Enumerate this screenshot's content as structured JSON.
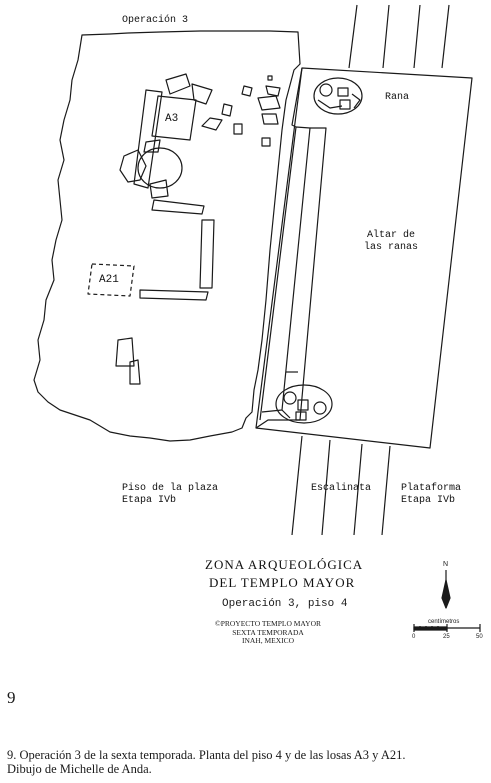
{
  "plan": {
    "operation_label": "Operación 3",
    "stone_labels": {
      "a3": "A3",
      "a21": "A21"
    },
    "rana_label": "Rana",
    "altar_label": [
      "Altar de",
      "las ranas"
    ],
    "piso_label": [
      "Piso de la plaza",
      "Etapa IVb"
    ],
    "escalinata_label": "Escalinata",
    "plataforma_label": [
      "Plataforma",
      "Etapa IVb"
    ]
  },
  "title_block": {
    "line1": "ZONA ARQUEOLÓGICA",
    "line2": "DEL TEMPLO MAYOR",
    "line3": "Operación 3, piso 4",
    "credits": [
      "©PROYECTO TEMPLO MAYOR",
      "SEXTA TEMPORADA",
      "INAH, MEXICO"
    ]
  },
  "north_arrow": {
    "label": "N"
  },
  "scale_bar": {
    "unit_label": "centímetros",
    "ticks": [
      "0",
      "25",
      "50"
    ]
  },
  "figure": {
    "number": "9",
    "caption_lines": [
      "9. Operación 3 de la sexta temporada. Planta del piso 4 y de las losas A3 y A21.",
      "Dibujo de Michelle de Anda."
    ]
  },
  "colors": {
    "ink": "#1a1a1a",
    "paper": "#ffffff"
  }
}
